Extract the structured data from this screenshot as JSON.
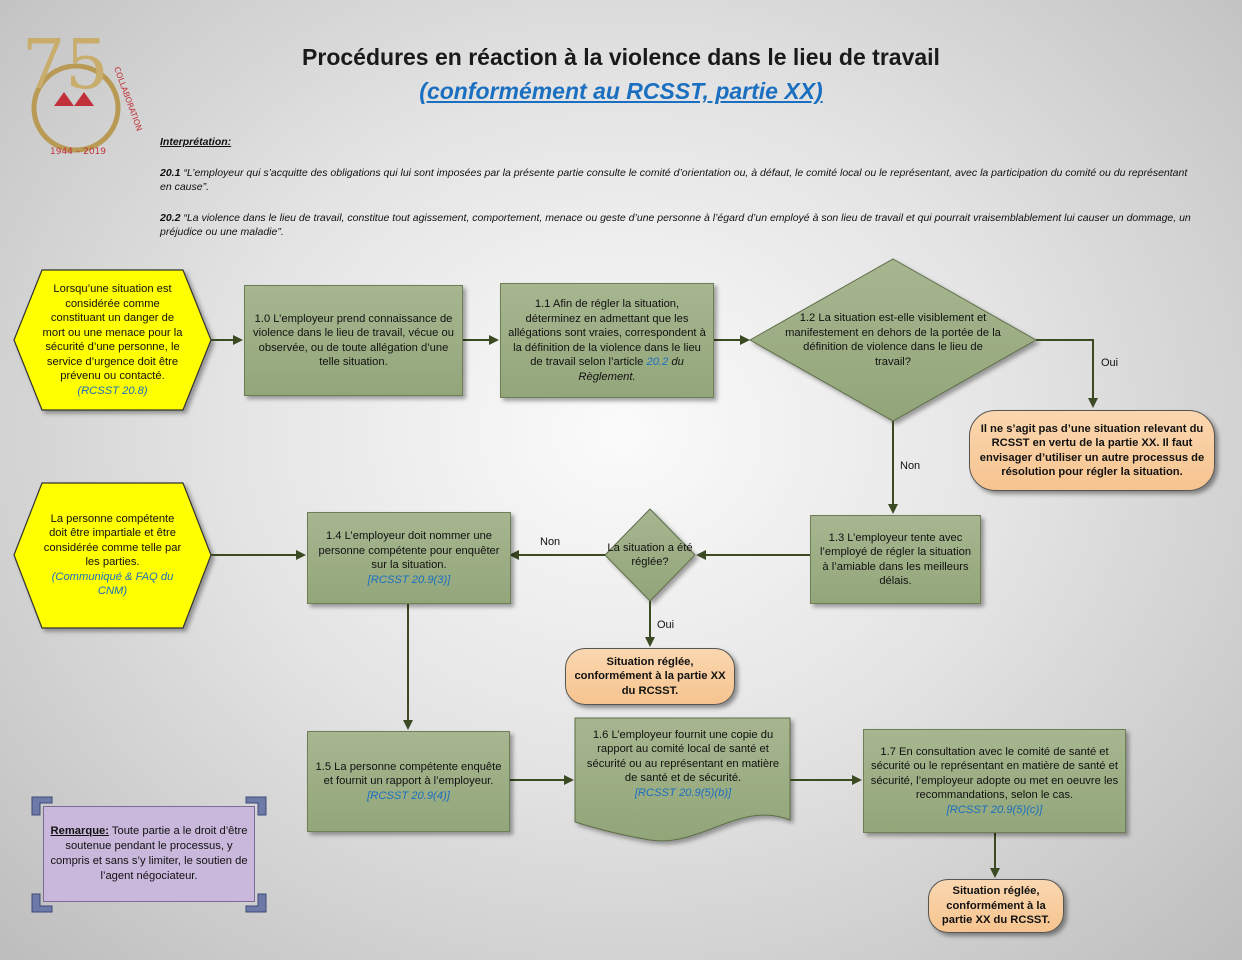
{
  "logo": {
    "number": "75",
    "arc_text": "COLLABORATION",
    "years": "1944 – 2019"
  },
  "header": {
    "title": "Procédures en réaction à la violence dans le lieu de travail",
    "subtitle": "(conformément au RCSST, partie XX)"
  },
  "interpretation": {
    "heading": "Interprétation:",
    "p1_num": "20.1",
    "p1_text": " “L’employeur qui s’acquitte des obligations qui lui sont imposées par la présente partie consulte le comité d’orientation ou, à défaut, le comité local ou le représentant, avec la participation du comité ou du représentant en cause”.",
    "p2_num": "20.2",
    "p2_text": " “La violence dans le lieu de travail, constitue tout agissement, comportement, menace ou geste d’une personne à l’égard d’un employé à son lieu de travail et qui pourrait vraisemblablement lui causer un dommage, un préjudice ou une maladie”."
  },
  "flow": {
    "hex1": {
      "text": "Lorsqu’une situation est considérée comme constituant un danger de mort ou une menace pour la sécurité d’une personne, le service d’urgence doit être prévenu ou contacté.",
      "ref": "(RCSST 20.8)"
    },
    "hex2": {
      "text": "La personne compétente doit être impartiale et être considérée comme telle par les parties.",
      "ref": "(Communiqué & FAQ du CNM)"
    },
    "s10": {
      "text": "1.0 L’employeur prend connaissance de violence dans le lieu de travail, vécue ou observée, ou de toute allégation d’une telle situation."
    },
    "s11": {
      "text": "1.1 Afin de régler la situation, déterminez en admettant que les allégations sont vraies, correspondent à la définition de la violence dans le lieu de travail selon l’article",
      "link": "20.2",
      "text_end": "du Règlement."
    },
    "d12": {
      "text": "1.2 La situation est-elle visiblement et manifestement en dehors de la portée de la définition de violence dans le lieu de travail?"
    },
    "p12": {
      "text": "Il ne s’agit pas d’une situation relevant du RCSST en vertu de la partie XX.  Il faut envisager d’utiliser un autre processus de résolution pour régler la situation."
    },
    "s13": {
      "text": "1.3 L’employeur tente avec l’employé de régler la situation à l’amiable dans les meilleurs délais."
    },
    "d13": {
      "text": "La situation a été réglée?"
    },
    "p13": {
      "text": "Situation réglée, conformément à la partie XX du RCSST."
    },
    "s14": {
      "text": "1.4 L’employeur doit nommer une personne compétente pour enquêter sur la situation.",
      "ref": "[RCSST 20.9(3)]"
    },
    "s15": {
      "text": "1.5 La personne compétente enquête et fournit un rapport à l’employeur.",
      "ref": "[RCSST 20.9(4)]"
    },
    "s16": {
      "text": "1.6 L’employeur fournit une copie du rapport au comité local de santé et sécurité ou au représentant en matière de santé et de sécurité.",
      "ref": "[RCSST 20.9(5)(b)]"
    },
    "s17": {
      "text": "1.7 En consultation avec le comité de santé et sécurité ou le représentant en matière de santé et sécurité, l’employeur adopte ou met en oeuvre les recommandations, selon le cas.",
      "ref": "[RCSST 20.9(5)(c)]"
    },
    "p17": {
      "text": "Situation réglée, conformément à la partie XX du RCSST."
    },
    "labels": {
      "oui1": "Oui",
      "non1": "Non",
      "non2": "Non",
      "oui2": "Oui"
    }
  },
  "note": {
    "bold": "Remarque:",
    "text": " Toute partie a le droit d’être soutenue pendant le processus, y compris et sans s’y limiter, le soutien de l’agent négociateur."
  },
  "colors": {
    "step_fill": "#9aab80",
    "hex_fill": "#ffff00",
    "pill_fill": "#f8cc9e",
    "note_fill": "#c9b8dc",
    "reference_blue": "#1b6fc0",
    "arrow": "#3b4a22"
  }
}
